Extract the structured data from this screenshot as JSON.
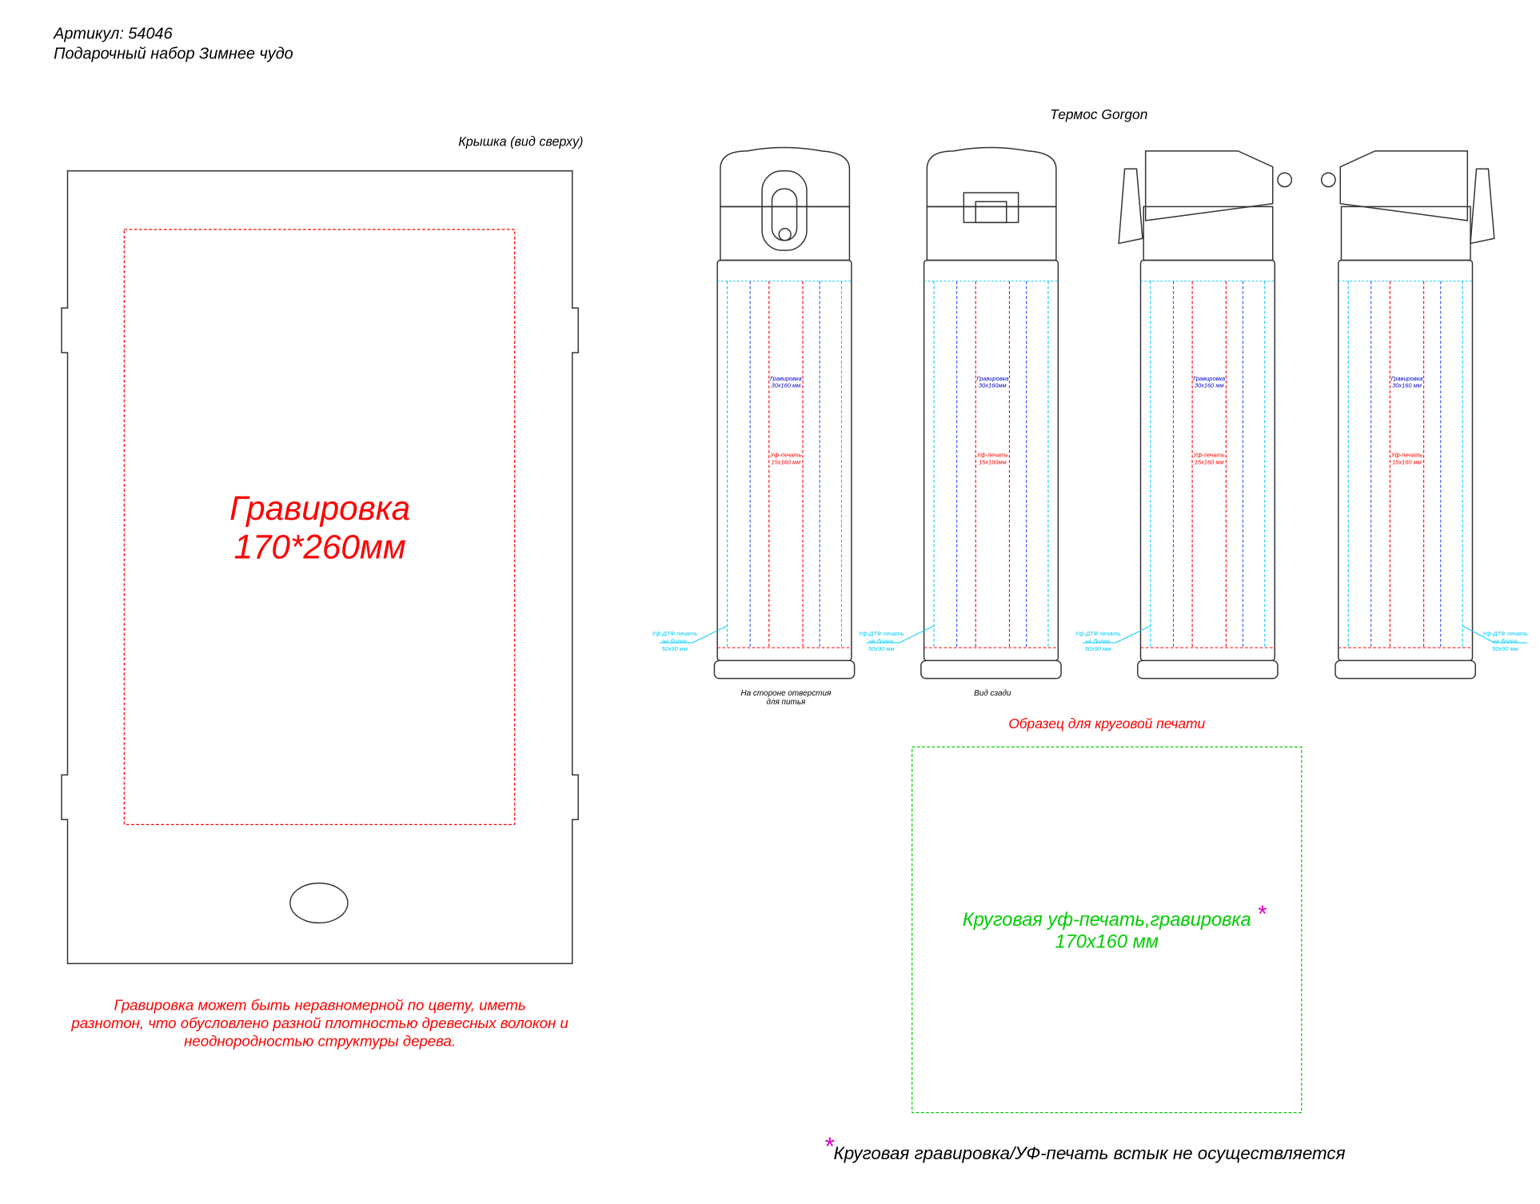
{
  "header": {
    "article": "Артикул:  54046",
    "product": "Подарочный набор Зимнее чудо"
  },
  "lid": {
    "title": "Крышка (вид сверху)",
    "engraving_line1": "Гравировка",
    "engraving_line2": "170*260мм",
    "note_lines": [
      "Гравировка может быть неравномерной по цвету, иметь",
      "разнотон, что обусловлено разной плотностью древесных волокон и",
      "неоднородностью структуры дерева."
    ]
  },
  "thermos": {
    "title": "Термос Gorgon",
    "views": [
      {
        "engr1": "Гравировка",
        "engr2": "30x160 мм",
        "uv1": "Уф-печать",
        "uv2": "15x160 мм",
        "caption1": "На стороне отверстия",
        "caption2": "для питья",
        "callout": [
          "Уф-ДТФ печать",
          "не более",
          "50x90 мм"
        ],
        "callout_side": "left"
      },
      {
        "engr1": "Гравировка",
        "engr2": "30x160мм",
        "uv1": "Уф-печать",
        "uv2": "15x160мм",
        "caption1": "Вид сзади",
        "caption2": "",
        "callout": [
          "Уф-ДТФ печать",
          "не более",
          "50x90 мм"
        ],
        "callout_side": "left"
      },
      {
        "engr1": "Гравировка",
        "engr2": "30x160 мм",
        "uv1": "Уф-печать",
        "uv2": "15x160 мм",
        "caption1": "",
        "caption2": "",
        "callout": [
          "Уф-ДТФ печать",
          "не более",
          "50x90 мм"
        ],
        "callout_side": "left"
      },
      {
        "engr1": "Гравировка",
        "engr2": "30x160 мм",
        "uv1": "Уф-печать",
        "uv2": "15x160 мм",
        "caption1": "",
        "caption2": "",
        "callout": [
          "Уф-ДТФ печать",
          "не более",
          "50x90 мм"
        ],
        "callout_side": "right"
      }
    ]
  },
  "wrap": {
    "title": "Образец для круговой печати",
    "line1": "Круговая уф-печать,гравировка",
    "line2": "170x160 мм",
    "asterisk": "*"
  },
  "footnote": {
    "asterisk": "*",
    "text": "Круговая гравировка/УФ-печать встык не осуществляется"
  },
  "colors": {
    "red": "#ff0000",
    "blue": "#0000cc",
    "cyan": "#00ccff",
    "green": "#00cc00",
    "magenta": "#e000c0"
  }
}
